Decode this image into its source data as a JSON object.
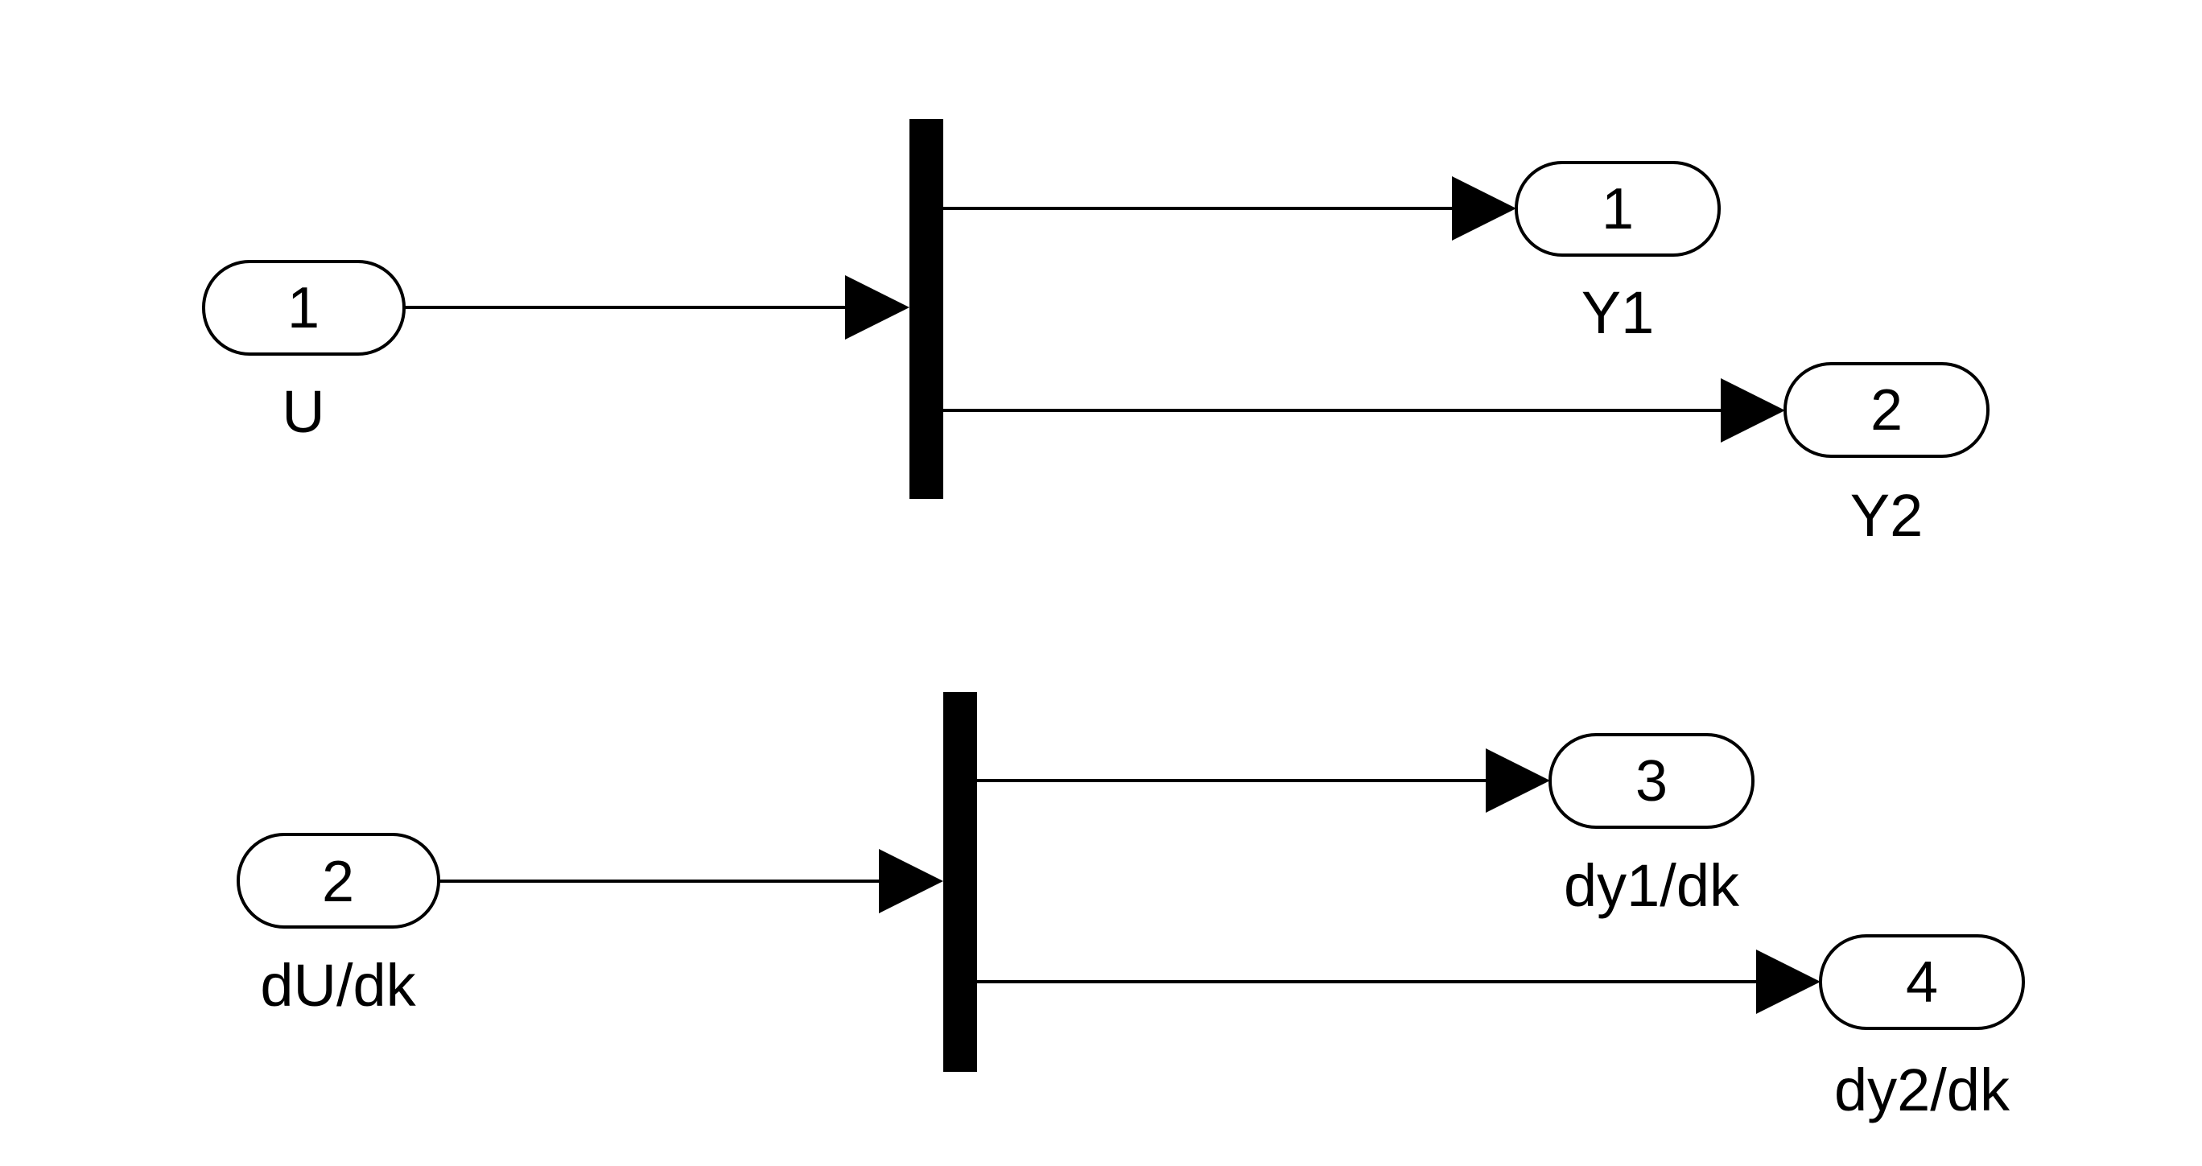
{
  "diagram": {
    "inports": [
      {
        "id": "inport-1",
        "number": "1",
        "name": "U"
      },
      {
        "id": "inport-2",
        "number": "2",
        "name": "dU/dk"
      }
    ],
    "outports": [
      {
        "id": "outport-1",
        "number": "1",
        "name": "Y1"
      },
      {
        "id": "outport-2",
        "number": "2",
        "name": "Y2"
      },
      {
        "id": "outport-3",
        "number": "3",
        "name": "dy1/dk"
      },
      {
        "id": "outport-4",
        "number": "4",
        "name": "dy2/dk"
      }
    ],
    "demux_blocks": [
      {
        "id": "demux-1",
        "input": "inport-1",
        "outputs": [
          "outport-1",
          "outport-2"
        ]
      },
      {
        "id": "demux-2",
        "input": "inport-2",
        "outputs": [
          "outport-3",
          "outport-4"
        ]
      }
    ],
    "colors": {
      "stroke": "#000000",
      "fill": "#ffffff",
      "bar": "#000000"
    }
  }
}
